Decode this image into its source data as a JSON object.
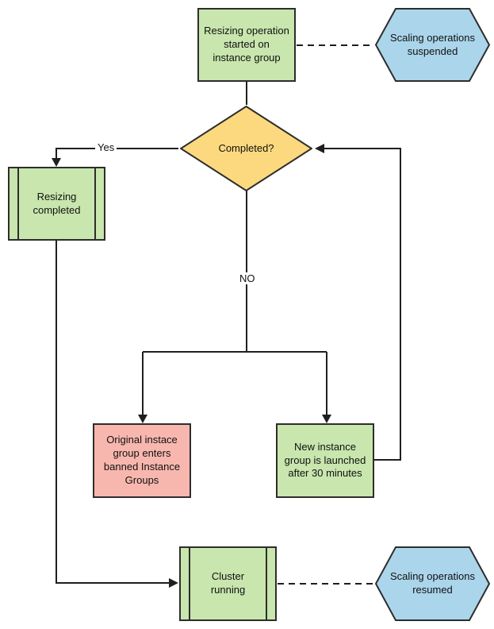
{
  "colors": {
    "green": "#c8e6ad",
    "blue": "#abd5eb",
    "yellow": "#fcd97e",
    "pink": "#f8b7ae",
    "stroke": "#2d2d2d",
    "line": "#1f1f1f"
  },
  "diagram": {
    "type": "flowchart",
    "nodes": {
      "start": {
        "type": "process",
        "label": "Resizing operation\nstarted on\ninstance group"
      },
      "suspended": {
        "type": "preparation",
        "label": "Scaling operations\nsuspended"
      },
      "completed": {
        "type": "decision",
        "label": "Completed?"
      },
      "resizing_completed": {
        "type": "predefined_process",
        "label": "Resizing\ncompleted"
      },
      "banned": {
        "type": "process",
        "label": "Original instace\ngroup enters\nbanned Instance\nGroups"
      },
      "new_instance": {
        "type": "process",
        "label": "New instance\ngroup is launched\nafter 30 minutes"
      },
      "cluster": {
        "type": "predefined_process",
        "label": "Cluster\nrunning"
      },
      "resumed": {
        "type": "preparation",
        "label": "Scaling operations\nresumed"
      }
    },
    "edge_labels": {
      "yes": "Yes",
      "no": "NO"
    },
    "edges": [
      {
        "from": "start",
        "to": "completed",
        "style": "solid"
      },
      {
        "from": "start",
        "to": "suspended",
        "style": "dashed"
      },
      {
        "from": "completed",
        "to": "resizing_completed",
        "label": "Yes",
        "style": "solid"
      },
      {
        "from": "completed",
        "to": "banned",
        "label": "NO",
        "style": "solid"
      },
      {
        "from": "completed",
        "to": "new_instance",
        "label": "NO",
        "style": "solid"
      },
      {
        "from": "new_instance",
        "to": "completed",
        "style": "solid"
      },
      {
        "from": "resizing_completed",
        "to": "cluster",
        "style": "solid"
      },
      {
        "from": "cluster",
        "to": "resumed",
        "style": "dashed"
      }
    ]
  }
}
